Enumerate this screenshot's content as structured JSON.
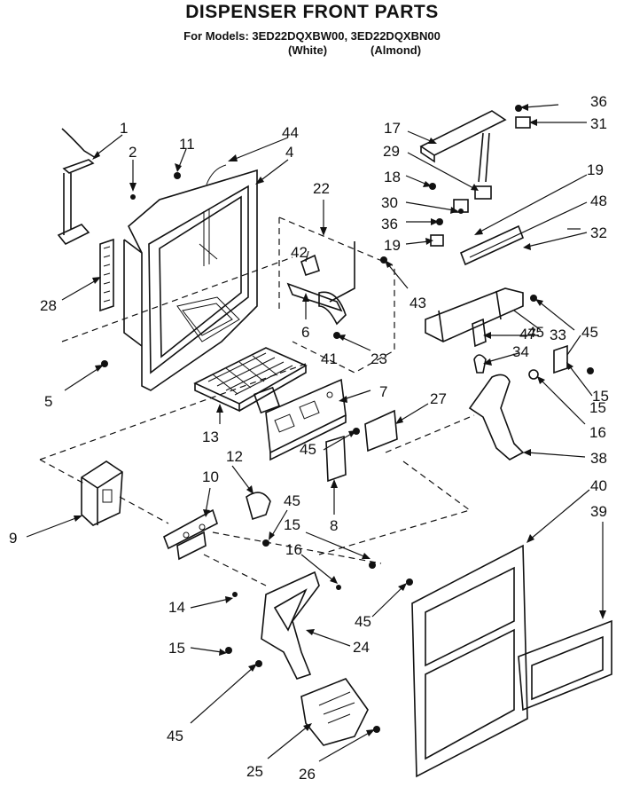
{
  "header": {
    "title": "DISPENSER FRONT PARTS",
    "models_line": "For Models: 3ED22DQXBW00, 3ED22DQXBN00",
    "variant_white": "(White)",
    "variant_almond": "(Almond)"
  },
  "callouts": [
    "1",
    "2",
    "4",
    "5",
    "6",
    "7",
    "8",
    "9",
    "10",
    "11",
    "12",
    "13",
    "14",
    "15",
    "15",
    "15",
    "15",
    "16",
    "16",
    "17",
    "18",
    "19",
    "19",
    "22",
    "23",
    "24",
    "25",
    "26",
    "27",
    "28",
    "29",
    "30",
    "31",
    "32",
    "33",
    "34",
    "36",
    "36",
    "38",
    "39",
    "40",
    "41",
    "42",
    "43",
    "44",
    "45",
    "45",
    "45",
    "45",
    "45",
    "45",
    "47",
    "48"
  ]
}
